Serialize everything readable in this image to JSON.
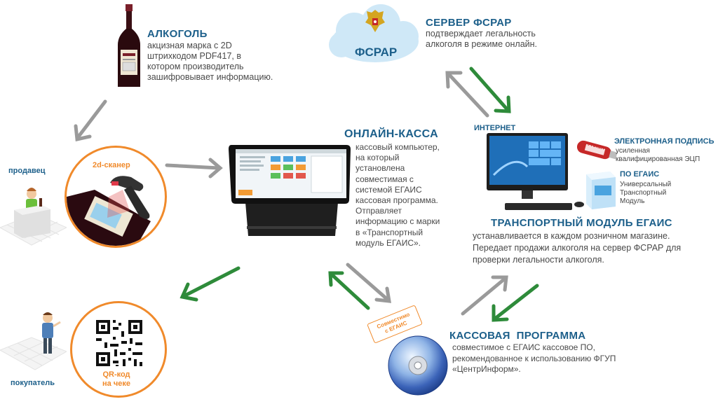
{
  "alcohol": {
    "title": "АЛКОГОЛЬ",
    "lines": [
      "акцизная марка с 2D",
      "штрихкодом PDF417, в",
      "котором производитель",
      "зашифровывает информацию."
    ]
  },
  "fsrar_server": {
    "cloud_label": "ФСРАР",
    "title": "СЕРВЕР ФСРАР",
    "lines": [
      "подтверждает легальность",
      "алкоголя в режиме онлайн."
    ]
  },
  "online_register": {
    "title": "ОНЛАЙН-КАССА",
    "lines": [
      "кассовый компьютер,",
      "на который",
      "установлена",
      "совместимая с",
      "системой ЕГАИС",
      "кассовая программа.",
      "Отправляет",
      "информацию с марки",
      "в «Транспортный",
      "модуль ЕГАИС»."
    ]
  },
  "internet": {
    "label": "ИНТЕРНЕТ"
  },
  "e_signature": {
    "title": "ЭЛЕКТРОННАЯ ПОДПИСЬ",
    "lines": [
      "усиленная",
      "квалифицированная ЭЦП"
    ],
    "token_text": "РУТОКЕН"
  },
  "egais_software": {
    "title": "ПО ЕГАИС",
    "lines": [
      "Универсальный",
      "Транспортный",
      "Модуль"
    ]
  },
  "transport_module": {
    "title": "ТРАНСПОРТНЫЙ МОДУЛЬ ЕГАИС",
    "lines": [
      "устанавливается в каждом розничном магазине.",
      "Передает продажи алкоголя на сервер ФСРАР для",
      "проверки легальности алкоголя."
    ]
  },
  "cash_program": {
    "title": "КАССОВАЯ  ПРОГРАММА",
    "lines": [
      "совместимое с ЕГАИС кассовое ПО,",
      "рекомендованное к использованию ФГУП",
      "«ЦентрИнформ»."
    ],
    "stamp_lines": [
      "Совместимо",
      "с ЕГАИС"
    ]
  },
  "seller": {
    "label": "продавец",
    "scanner_label": "2d-сканер"
  },
  "buyer": {
    "label": "покупатель",
    "qr_lines": [
      "QR-код",
      "на чеке"
    ]
  },
  "colors": {
    "accent_blue": "#1c5f8a",
    "orange": "#f08a2b",
    "green": "#2e8b3a",
    "gray": "#9a9a9a"
  }
}
